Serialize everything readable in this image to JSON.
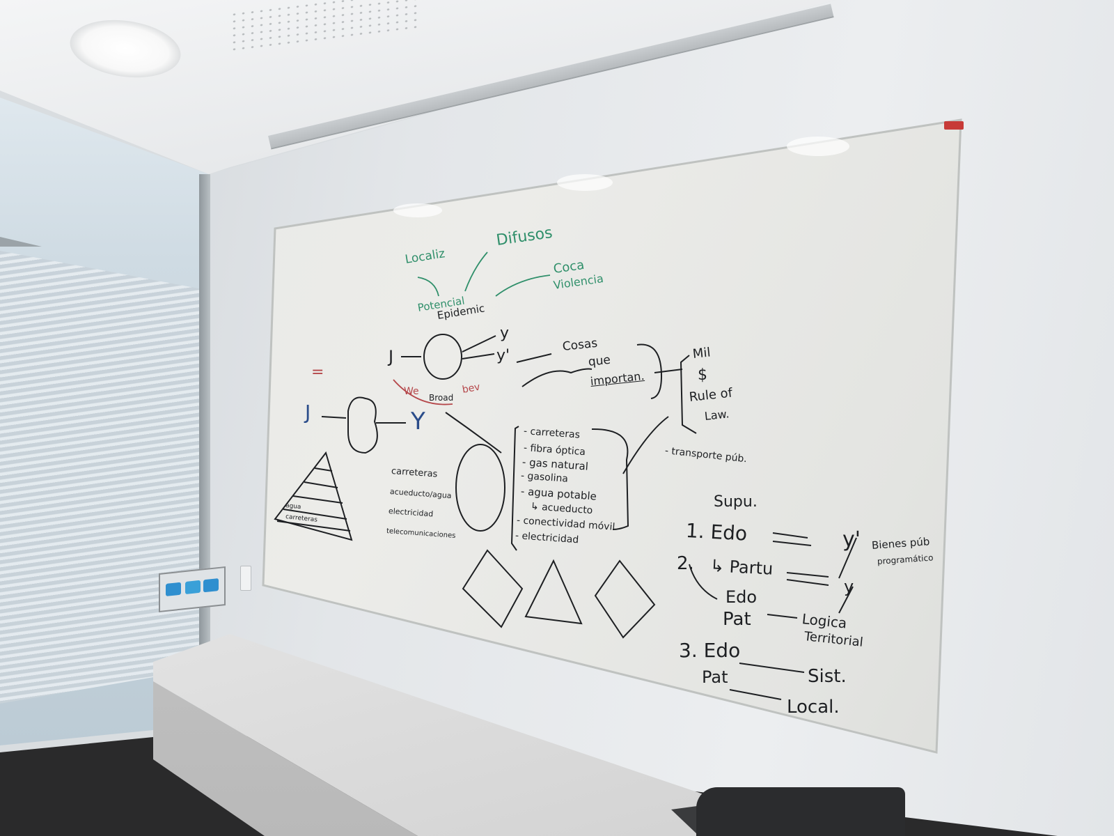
{
  "whiteboard": {
    "logo_text": "",
    "green_notes": {
      "localizado": "Localiz",
      "difusos": "Difusos",
      "coca": "Coca",
      "violencia": "Violencia",
      "potencial": "Potencial"
    },
    "flow_top": {
      "epidemic": "Epidemic",
      "j": "J",
      "y": "y",
      "y_prime": "y'",
      "cosas": "Cosas",
      "que": "que",
      "importan": "importan.",
      "broad": "Broad",
      "we": "We",
      "bev": "bev"
    },
    "right_list": {
      "mil": "Mil",
      "dollar": "$",
      "rule_of": "Rule of",
      "law": "Law.",
      "transporte": "- transporte púb."
    },
    "flow_left": {
      "j": "J",
      "y": "Y",
      "red_mark": "="
    },
    "pyramid_labels": [
      "agua",
      "carreteras"
    ],
    "chain": [
      "carreteras",
      "acueducto/agua",
      "electricidad",
      "telecomunicaciones"
    ],
    "infra_list": [
      "- carreteras",
      "- fibra óptica",
      "- gas natural",
      "- gasolina",
      "- agua potable",
      "↳ acueducto",
      "- conectividad móvil",
      "- electricidad"
    ],
    "supuestos": {
      "title": "Supu.",
      "item1": "1. Edo",
      "item1_result": "y'",
      "bienes": "Bienes púb",
      "programatico": "programático",
      "partido": "↳ Partu",
      "item2": "2.",
      "item2_result": "y",
      "edo2": "Edo",
      "part2": "Pat",
      "logica": "Logica",
      "territorial": "Territorial",
      "item3": "3. Edo",
      "part3": "Pat",
      "sist": "Sist.",
      "local": "Local."
    }
  },
  "room": {
    "sign_colors": [
      "#2f8fcf",
      "#3aa0d8",
      "#2f8fcf"
    ]
  }
}
